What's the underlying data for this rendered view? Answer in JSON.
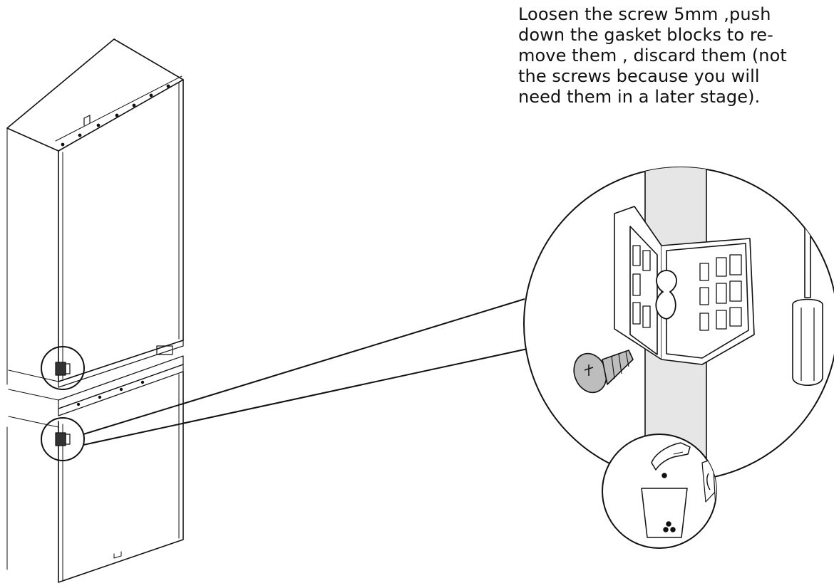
{
  "instruction": {
    "lines": [
      "Loosen the screw 5mm ,push",
      "down the gasket blocks to re-",
      "move them , discard them (not",
      "the screws because you will",
      "need them in a later stage)."
    ]
  },
  "colors": {
    "stroke": "#111111",
    "door_gap": "#e6e6e6",
    "screw_fill": "#bdbdbd",
    "background": "#ffffff"
  },
  "icons": {
    "screw": "screw-icon",
    "screwdriver": "screwdriver-icon",
    "gasket_block": "gasket-block-icon",
    "hand": "hand-icon",
    "bin": "waste-bin-icon"
  }
}
